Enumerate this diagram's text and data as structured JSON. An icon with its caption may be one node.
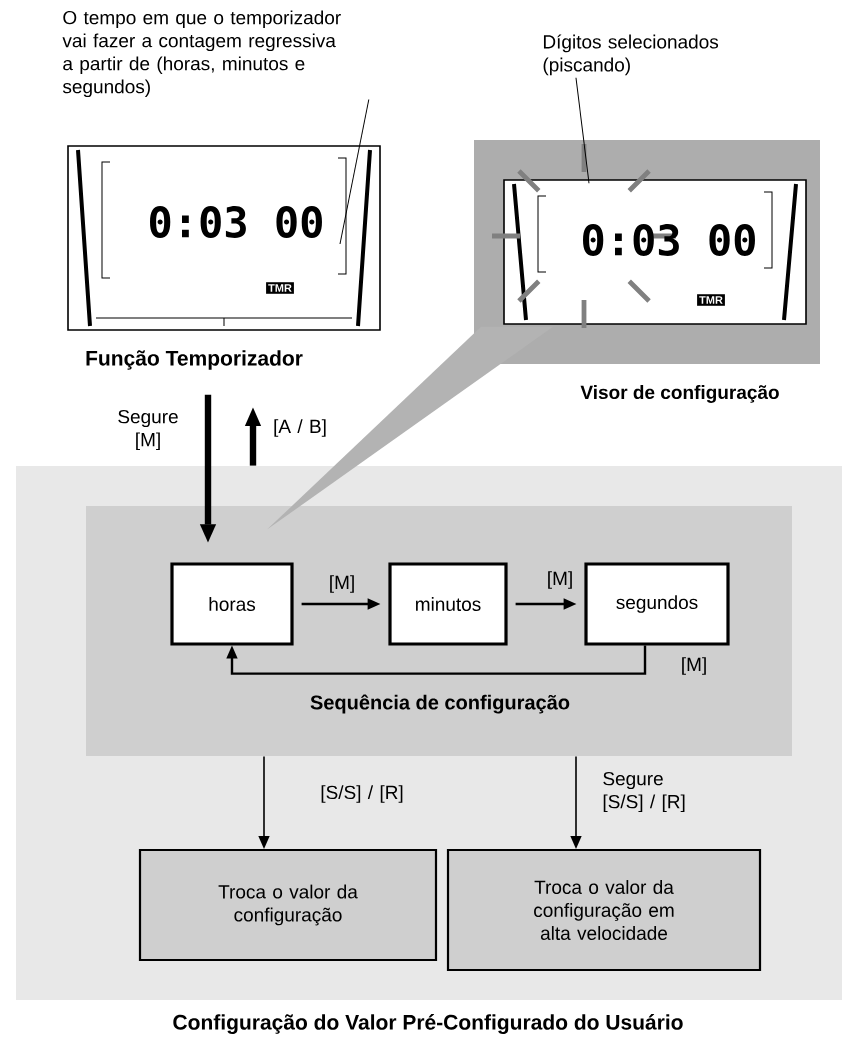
{
  "diagram": {
    "nodes": [
      {
        "text": [
          "0:03 00",
          "TMR"
        ],
        "beside": [
          "Função Temporizador"
        ]
      },
      {
        "text": [
          "O tempo em que o temporizador vai fazer a contagem regressiva a partir de (horas, minutos e segundos)"
        ]
      },
      {
        "text": [
          "0:03 00",
          "TMR"
        ],
        "beside": [
          "Visor de configuração"
        ]
      },
      {
        "text": [
          "Dígitos selecionados (piscando)"
        ]
      },
      {
        "text": [
          "Configuração do Valor Pré-Configurado do Usuário"
        ]
      },
      {
        "text": [
          "Sequência de configuração"
        ],
        "in": 4
      },
      {
        "text": [
          "horas"
        ],
        "in": 5
      },
      {
        "text": [
          "minutos"
        ],
        "in": 5
      },
      {
        "text": [
          "segundos"
        ],
        "in": 5
      },
      {
        "text": [
          "Troca o valor da configuração"
        ],
        "in": 4
      },
      {
        "text": [
          "Troca o valor da configuração em alta velocidade"
        ],
        "in": 4
      }
    ],
    "edges": [
      {
        "from": 0,
        "to": 6,
        "arrow": "to",
        "label": "Segure [M]",
        "style": "thick"
      },
      {
        "from": 4,
        "to": null,
        "arrow": "to",
        "label": "[A / B]",
        "style": "thick"
      },
      {
        "from": 1,
        "to": 0,
        "arrow": "none"
      },
      {
        "from": 3,
        "to": 2,
        "arrow": "none"
      },
      {
        "from": 6,
        "to": 7,
        "arrow": "to",
        "label": "[M]"
      },
      {
        "from": 7,
        "to": 8,
        "arrow": "to",
        "label": "[M]"
      },
      {
        "from": 8,
        "to": 6,
        "arrow": "to",
        "label": "[M]"
      },
      {
        "from": 5,
        "to": 9,
        "arrow": "to",
        "label": "[S/S] / [R]"
      },
      {
        "from": 5,
        "to": 10,
        "arrow": "to",
        "label": "Segure [S/S] / [R]"
      },
      {
        "from": 2,
        "to": 5,
        "arrow": "none",
        "color": "#b3b3b3"
      }
    ]
  }
}
